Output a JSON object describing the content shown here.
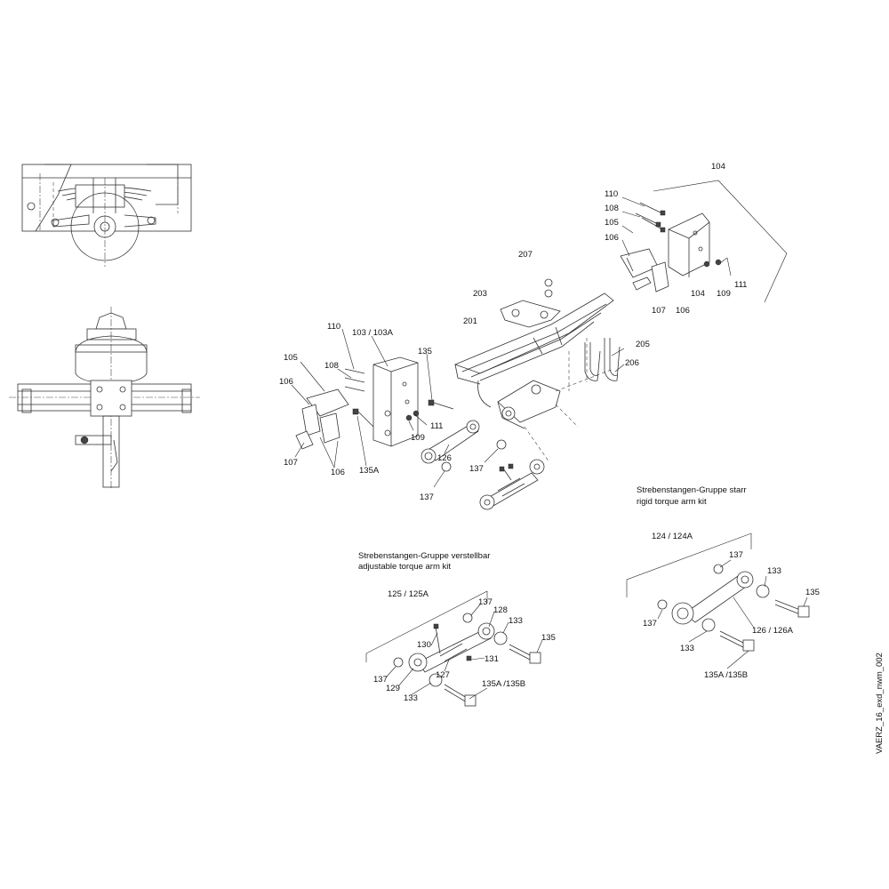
{
  "labels": {
    "104": "104",
    "110a": "110",
    "108a": "108",
    "105a": "105",
    "106a": "106",
    "104b": "104",
    "109a": "109",
    "111a": "111",
    "107a": "107",
    "106b": "106",
    "207": "207",
    "203": "203",
    "201": "201",
    "205": "205",
    "206": "206",
    "110b": "110",
    "103": "103  / 103A",
    "105b": "105",
    "106c": "106",
    "108b": "108",
    "135a": "135",
    "111b": "111",
    "109b": "109",
    "107b": "107",
    "106d": "106",
    "135A": "135A",
    "126a": "126",
    "137a": "137",
    "137b": "137",
    "124": "124 / 124A",
    "137c": "137",
    "133a": "133",
    "135b": "135",
    "137d": "137",
    "126b": "126 / 126A",
    "133b": "133",
    "135B": "135A /135B",
    "125": "125 / 125A",
    "137e": "137",
    "128": "128",
    "133c": "133",
    "135c": "135",
    "130": "130",
    "131": "131",
    "127": "127",
    "137f": "137",
    "129": "129",
    "133d": "133",
    "135A135B": "135A /135B"
  },
  "kits": {
    "rigid_de": "Strebenstangen-Gruppe starr",
    "rigid_en": "rigid torque arm kit",
    "adjustable_de": "Strebenstangen-Gruppe verstellbar",
    "adjustable_en": "adjustable torque arm kit"
  },
  "drawing_id": "VAERZ_16_exd_nwm_002"
}
